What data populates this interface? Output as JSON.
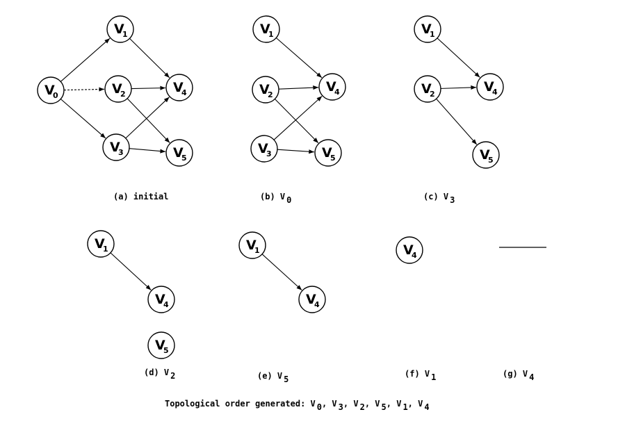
{
  "node_letter": "V",
  "panels": [
    {
      "id": "a",
      "caption": {
        "prefix": "(a) initial",
        "sub": ""
      },
      "nodes": [
        "0",
        "1",
        "2",
        "3",
        "4",
        "5"
      ],
      "edges": [
        [
          "0",
          "1"
        ],
        [
          "0",
          "2"
        ],
        [
          "0",
          "3"
        ],
        [
          "1",
          "4"
        ],
        [
          "2",
          "4"
        ],
        [
          "2",
          "5"
        ],
        [
          "3",
          "4"
        ],
        [
          "3",
          "5"
        ]
      ]
    },
    {
      "id": "b",
      "caption": {
        "prefix": "(b) V",
        "sub": "0"
      },
      "nodes": [
        "1",
        "2",
        "3",
        "4",
        "5"
      ],
      "edges": [
        [
          "1",
          "4"
        ],
        [
          "2",
          "4"
        ],
        [
          "2",
          "5"
        ],
        [
          "3",
          "4"
        ],
        [
          "3",
          "5"
        ]
      ]
    },
    {
      "id": "c",
      "caption": {
        "prefix": "(c) V",
        "sub": "3"
      },
      "nodes": [
        "1",
        "2",
        "4",
        "5"
      ],
      "edges": [
        [
          "1",
          "4"
        ],
        [
          "2",
          "4"
        ],
        [
          "2",
          "5"
        ]
      ]
    },
    {
      "id": "d",
      "caption": {
        "prefix": "(d) V",
        "sub": "2"
      },
      "nodes": [
        "1",
        "4",
        "5"
      ],
      "edges": [
        [
          "1",
          "4"
        ]
      ]
    },
    {
      "id": "e",
      "caption": {
        "prefix": "(e)  V",
        "sub": "5"
      },
      "nodes": [
        "1",
        "4"
      ],
      "edges": [
        [
          "1",
          "4"
        ]
      ]
    },
    {
      "id": "f",
      "caption": {
        "prefix": "(f) V",
        "sub": "1"
      },
      "nodes": [
        "4"
      ],
      "edges": []
    },
    {
      "id": "g",
      "caption": {
        "prefix": "(g) V",
        "sub": "4"
      },
      "nodes": [],
      "edges": []
    }
  ],
  "footer": {
    "prefix": "Topological order generated:",
    "order": [
      "0",
      "3",
      "2",
      "5",
      "1",
      "4"
    ]
  }
}
